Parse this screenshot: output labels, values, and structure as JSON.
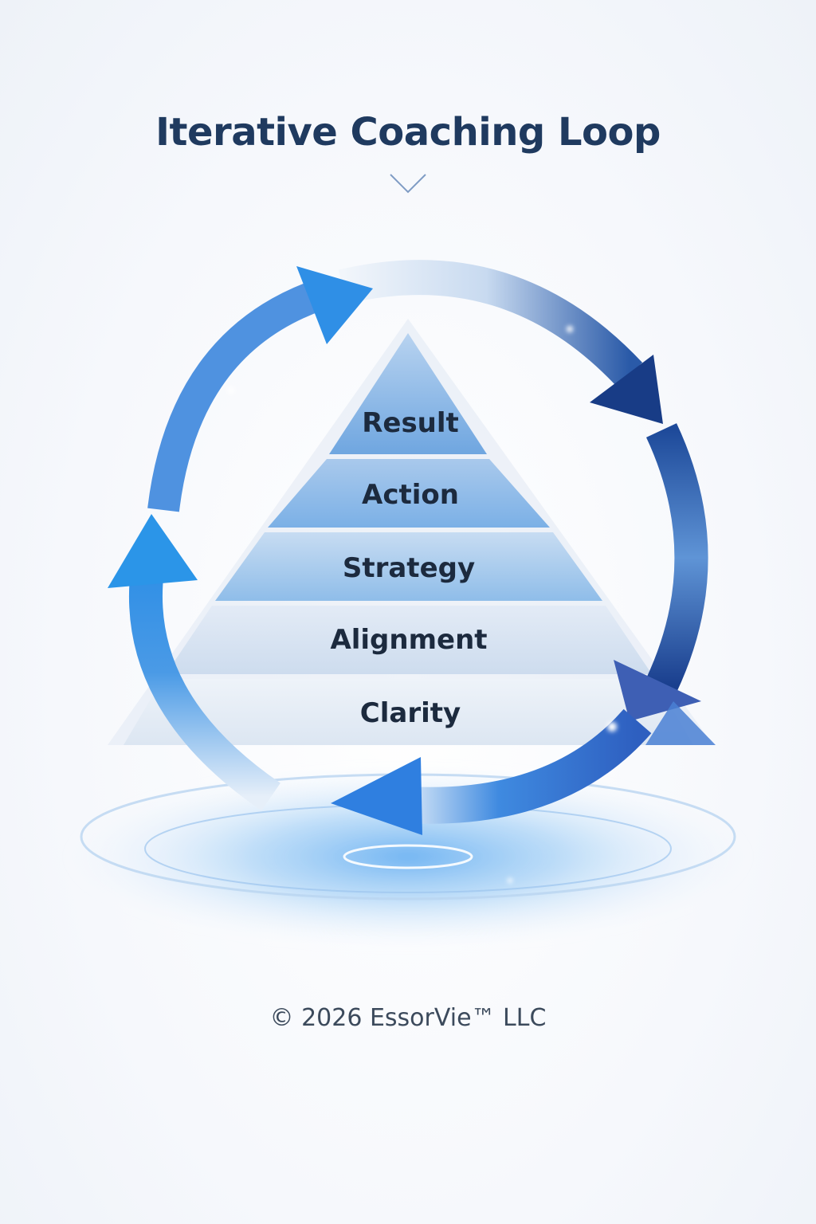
{
  "title": "Iterative Coaching Loop",
  "pyramid": {
    "tiers": [
      {
        "label": "Result"
      },
      {
        "label": "Action"
      },
      {
        "label": "Strategy"
      },
      {
        "label": "Alignment"
      },
      {
        "label": "Clarity"
      }
    ]
  },
  "footer": {
    "copyright": "© 2026 EssorVie™ LLC"
  },
  "colors": {
    "title": "#1f3a5f",
    "arrow_light": "#3aa0e8",
    "arrow_dark": "#1b3f8f",
    "pyramid_top": "#6ea6e0",
    "pyramid_base": "#e8eef7"
  }
}
